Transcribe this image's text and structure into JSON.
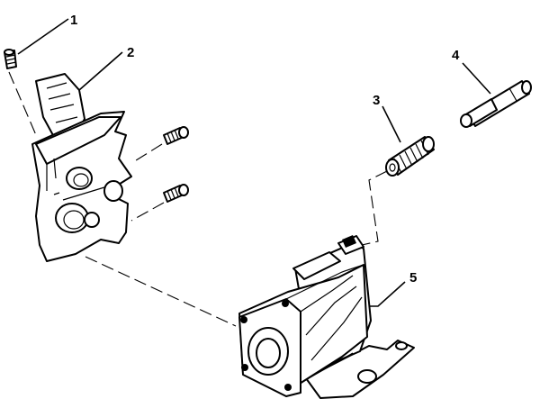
{
  "diagram": {
    "callouts": [
      {
        "id": "callout-1",
        "label": "1"
      },
      {
        "id": "callout-2",
        "label": "2"
      },
      {
        "id": "callout-3",
        "label": "3"
      },
      {
        "id": "callout-4",
        "label": "4"
      },
      {
        "id": "callout-5",
        "label": "5"
      }
    ],
    "parts": [
      {
        "number": "1",
        "icon": "screw-icon"
      },
      {
        "number": "2",
        "icon": "latch-plate-icon"
      },
      {
        "number": "3",
        "icon": "coil-spring-icon"
      },
      {
        "number": "4",
        "icon": "pin-rod-icon"
      },
      {
        "number": "5",
        "icon": "housing-bracket-icon"
      }
    ]
  }
}
